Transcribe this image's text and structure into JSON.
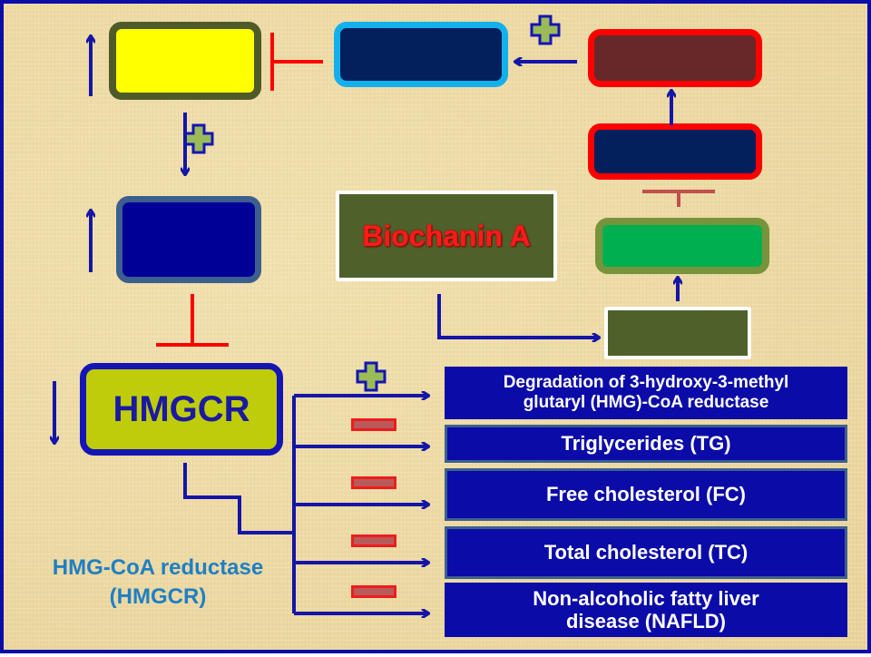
{
  "diagram": {
    "title_compound": "Biochanin A",
    "hmgcr_box_label": "HMGCR",
    "hmgcr_caption_line1": "HMG-CoA reductase",
    "hmgcr_caption_line2": "(HMGCR)",
    "outcomes": [
      {
        "line1": "Degradation of 3-hydroxy-3-methyl",
        "line2": "glutaryl  (HMG)-CoA reductase",
        "effect": "plus"
      },
      {
        "line1": "Triglycerides (TG)",
        "line2": "",
        "effect": "minus"
      },
      {
        "line1": "Free cholesterol (FC)",
        "line2": "",
        "effect": "minus"
      },
      {
        "line1": "Total cholesterol (TC)",
        "line2": "",
        "effect": "minus"
      },
      {
        "line1": "Non-alcoholic fatty liver",
        "line2": "disease (NAFLD)",
        "effect": "minus"
      }
    ],
    "blank_nodes": [
      {
        "id": "yellow-node",
        "fill": "#ffff00",
        "border": "#4f5a28",
        "trend": "up"
      },
      {
        "id": "navy-node-cyan-border",
        "fill": "#03205c",
        "border": "#14b0ec"
      },
      {
        "id": "brown-node",
        "fill": "#662828",
        "border": "#ff0000"
      },
      {
        "id": "navy-node-red-border",
        "fill": "#03205c",
        "border": "#ff0000"
      },
      {
        "id": "blue-node",
        "fill": "#000096",
        "border": "#3d5f8f",
        "trend": "up"
      },
      {
        "id": "green-node",
        "fill": "#00b050",
        "border": "#77933c"
      },
      {
        "id": "olive-node",
        "fill": "#4f612b",
        "border": "#ffffff"
      }
    ],
    "hmgcr_trend": "down",
    "colors": {
      "frame": "#0c0ca8",
      "arrow": "#1515a8",
      "inhibit": "#ff0000",
      "compound_text": "#ff1a1a",
      "caption_text": "#1f7fc4",
      "hmgcr_fill": "#bfcc0a",
      "outcome_fill": "#0b0ba8"
    }
  }
}
